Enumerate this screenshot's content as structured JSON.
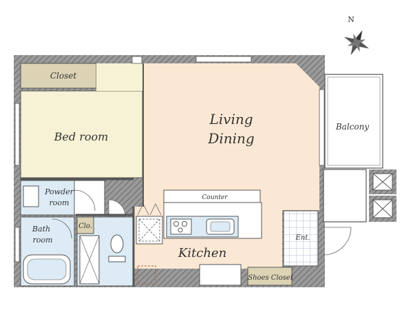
{
  "rooms": {
    "closet": "Closet",
    "bedroom": "Bed room",
    "living_line1": "Living",
    "living_line2": "Dining",
    "balcony": "Balcony",
    "powder_line1": "Powder",
    "powder_line2": "room",
    "bath_line1": "Bath",
    "bath_line2": "room",
    "clo": "Clo.",
    "counter": "Counter",
    "kitchen": "Kitchen",
    "entrance": "Ent.",
    "shoes_closet": "Shoes Closet"
  },
  "compass": {
    "north": "N"
  },
  "colors": {
    "living": "#fbe8d4",
    "bedroom": "#f7f2d5",
    "closet": "#dcd3b4",
    "wet": "#dcebf5",
    "wall": "#7a7a7a"
  }
}
